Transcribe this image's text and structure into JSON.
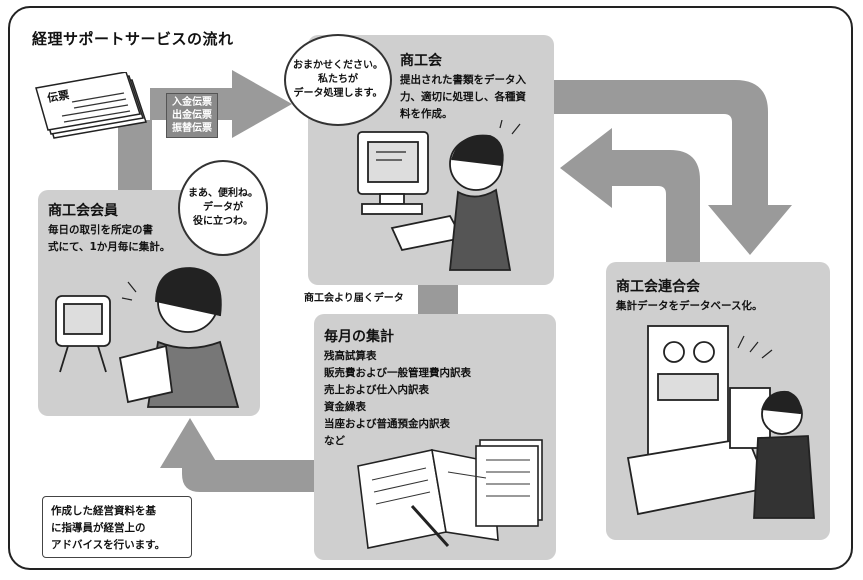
{
  "title": "経理サポートサービスの流れ",
  "vouchers": {
    "paper_label": "伝票",
    "tags": [
      "入金伝票",
      "出金伝票",
      "振替伝票"
    ]
  },
  "shokokai": {
    "title": "商工会",
    "text": [
      "提出された書類をデータ入",
      "力、適切に処理し、各種資",
      "料を作成。"
    ],
    "bubble": [
      "おまかせください。",
      "私たちが",
      "データ処理します。"
    ]
  },
  "member": {
    "title": "商工会会員",
    "text": [
      "毎日の取引を所定の書",
      "式にて、1か月毎に集計。"
    ],
    "bubble": [
      "まあ、便利ね。",
      "データが",
      "役に立つわ。"
    ]
  },
  "federation": {
    "title": "商工会連合会",
    "text": "集計データをデータベース化。"
  },
  "monthly": {
    "connector_label": "商工会より届くデータ",
    "title": "毎月の集計",
    "items": [
      "残高試算表",
      "販売費および一般管理費内訳表",
      "売上および仕入内訳表",
      "資金繰表",
      "当座および普通預金内訳表",
      "など"
    ]
  },
  "advice": [
    "作成した経営資料を基",
    "に指導員が経営上の",
    "アドバイスを行います。"
  ],
  "colors": {
    "arrow": "#9a9a9a",
    "panel": "#cfcfcf",
    "frame": "#222222"
  }
}
